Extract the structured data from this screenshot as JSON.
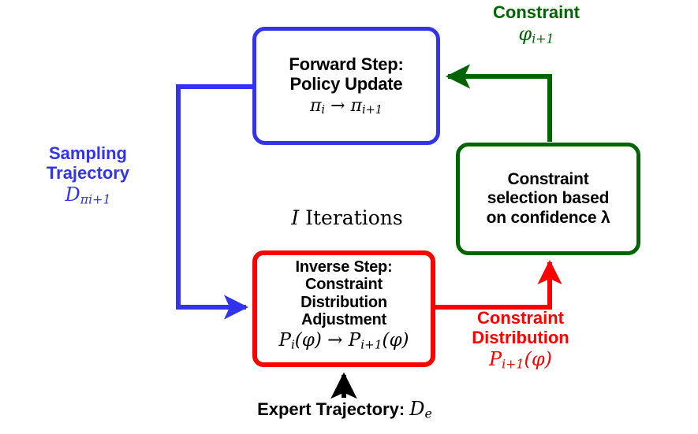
{
  "diagram": {
    "title": "Iterative forward/inverse constrained policy learning loop",
    "colors": {
      "blue": "#3333EE",
      "green": "#006400",
      "red": "#FF0000",
      "black": "#000000",
      "background": "#FFFFFF"
    },
    "center_label": {
      "symbol": "I",
      "text": " Iterations"
    },
    "nodes": [
      {
        "id": "forward",
        "color": "#3333EE",
        "title_lines": [
          "Forward Step:",
          "Policy Update"
        ],
        "math": "πi → πi+1",
        "math_parts": {
          "lhs_base": "π",
          "lhs_sub": "i",
          "arrow": "→",
          "rhs_base": "π",
          "rhs_sub": "i+1"
        }
      },
      {
        "id": "selection",
        "color": "#006400",
        "title_lines": [
          "Constraint",
          "selection based",
          "on confidence λ"
        ],
        "math": ""
      },
      {
        "id": "inverse",
        "color": "#FF0000",
        "title_lines": [
          "Inverse Step:",
          "Constraint",
          "Distribution",
          "Adjustment"
        ],
        "math": "Pi(φ) → Pi+1(φ)",
        "math_parts": {
          "lhs_base": "P",
          "lhs_sub": "i",
          "lhs_arg": "(φ)",
          "arrow": "→",
          "rhs_base": "P",
          "rhs_sub": "i+1",
          "rhs_arg": "(φ)"
        }
      }
    ],
    "edge_labels": [
      {
        "id": "sampling",
        "color": "#3333EE",
        "title_lines": [
          "Sampling",
          "Trajectory"
        ],
        "math_base": "D",
        "math_sub": "πi+1"
      },
      {
        "id": "constraint",
        "color": "#006400",
        "title_lines": [
          "Constraint"
        ],
        "math_base": "φ",
        "math_sub": "i+1"
      },
      {
        "id": "constraint-distribution",
        "color": "#FF0000",
        "title_lines": [
          "Constraint",
          "Distribution"
        ],
        "math_base": "P",
        "math_sub": "i+1",
        "math_arg": "(φ)"
      },
      {
        "id": "expert",
        "color": "#000000",
        "title_lines": [
          "Expert Trajectory:"
        ],
        "math_base": "D",
        "math_sub": "e"
      }
    ]
  }
}
